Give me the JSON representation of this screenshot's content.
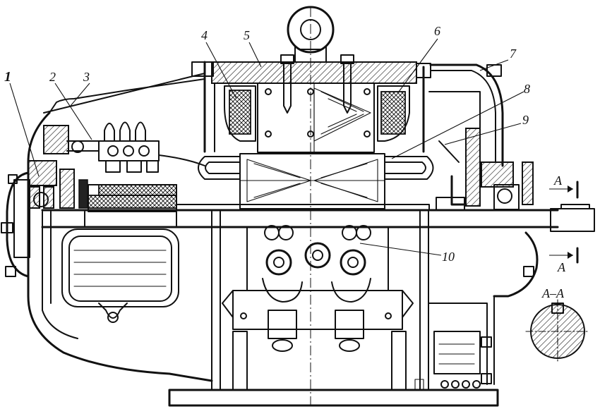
{
  "callouts": [
    {
      "id": "1",
      "text": "1"
    },
    {
      "id": "2",
      "text": "2"
    },
    {
      "id": "3",
      "text": "3"
    },
    {
      "id": "4",
      "text": "4"
    },
    {
      "id": "5",
      "text": "5"
    },
    {
      "id": "6",
      "text": "6"
    },
    {
      "id": "7",
      "text": "7"
    },
    {
      "id": "8",
      "text": "8"
    },
    {
      "id": "9",
      "text": "9"
    },
    {
      "id": "10",
      "text": "10"
    }
  ],
  "section_marks": {
    "top": "A",
    "bottom": "A",
    "view_title": "A–A"
  },
  "colors": {
    "ink": "#111111",
    "paper": "#ffffff"
  }
}
